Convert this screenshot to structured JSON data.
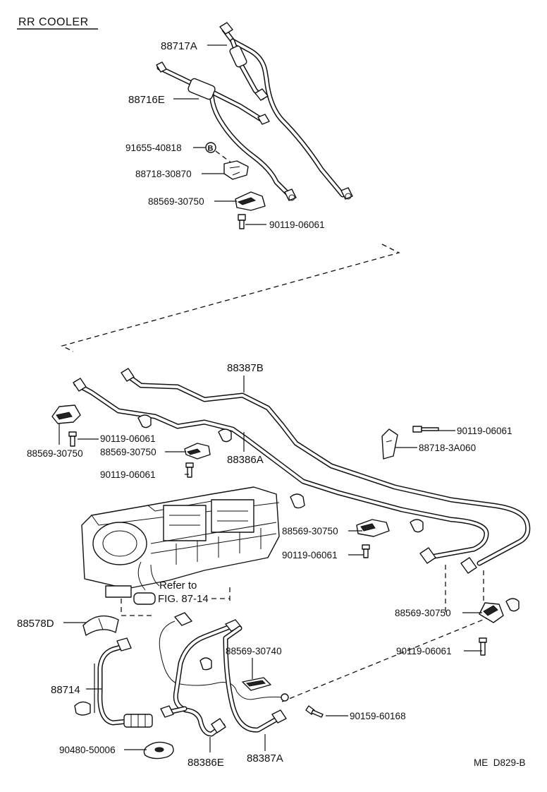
{
  "title": "RR COOLER",
  "refer_to": [
    "Refer to",
    "FIG. 87-14"
  ],
  "footer_code": "ME  D829-B",
  "labels": {
    "p88717A": "88717A",
    "p88716E": "88716E",
    "p91655": "91655-40818",
    "p88718_30870": "88718-30870",
    "p88569_top": "88569-30750",
    "p90119_top": "90119-06061",
    "p88387B": "88387B",
    "p90119_left": "90119-06061",
    "p88569_left": "88569-30750",
    "p88569_mid": "88569-30750",
    "p90119_mid": "90119-06061",
    "p88386A": "88386A",
    "p90119_right": "90119-06061",
    "p88718_3A060": "88718-3A060",
    "p88569_center": "88569-30750",
    "p90119_center": "90119-06061",
    "p88569_lowright": "88569-30750",
    "p90119_lowright": "90119-06061",
    "p88578D": "88578D",
    "p88714": "88714",
    "p88569_30740": "88569-30740",
    "p90159": "90159-60168",
    "p90480": "90480-50006",
    "p88386E": "88386E",
    "p88387A": "88387A"
  },
  "marker_B": "B"
}
